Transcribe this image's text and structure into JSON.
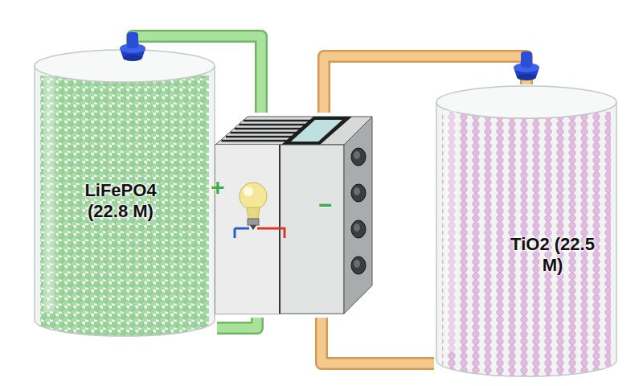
{
  "diagram": {
    "nodes": [
      {
        "text": [
          "LiFePO4 (22.8 M)"
        ]
      },
      {
        "text": [
          "+",
          "−"
        ]
      },
      {
        "text": [
          "TiO2 (22.5 M)"
        ]
      }
    ],
    "edges": [
      {
        "from": 0,
        "to": 1,
        "arrow": "none"
      },
      {
        "from": 1,
        "to": 0,
        "arrow": "none"
      },
      {
        "from": 1,
        "to": 2,
        "arrow": "none"
      },
      {
        "from": 2,
        "to": 1,
        "arrow": "none"
      }
    ]
  }
}
